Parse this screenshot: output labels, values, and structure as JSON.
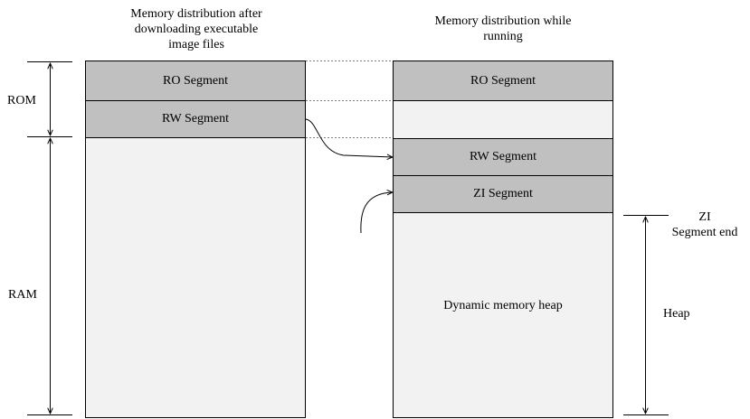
{
  "left_column": {
    "title": [
      "Memory distribution after",
      "downloading executable",
      "image files"
    ],
    "ro_segment": "RO Segment",
    "rw_segment": "RW Segment"
  },
  "right_column": {
    "title": [
      "Memory distribution while",
      "running"
    ],
    "ro_segment": "RO Segment",
    "rw_segment": "RW Segment",
    "zi_segment": "ZI Segment",
    "heap": "Dynamic memory heap"
  },
  "left_dimensions": {
    "rom": "ROM",
    "ram": "RAM"
  },
  "right_dimensions": {
    "zi_end": [
      "ZI",
      "Segment end"
    ],
    "heap": "Heap"
  },
  "colors": {
    "segment_fill": "#c0c0c0",
    "empty_fill": "#f2f2f2",
    "line": "#000000",
    "guide": "#808080"
  }
}
